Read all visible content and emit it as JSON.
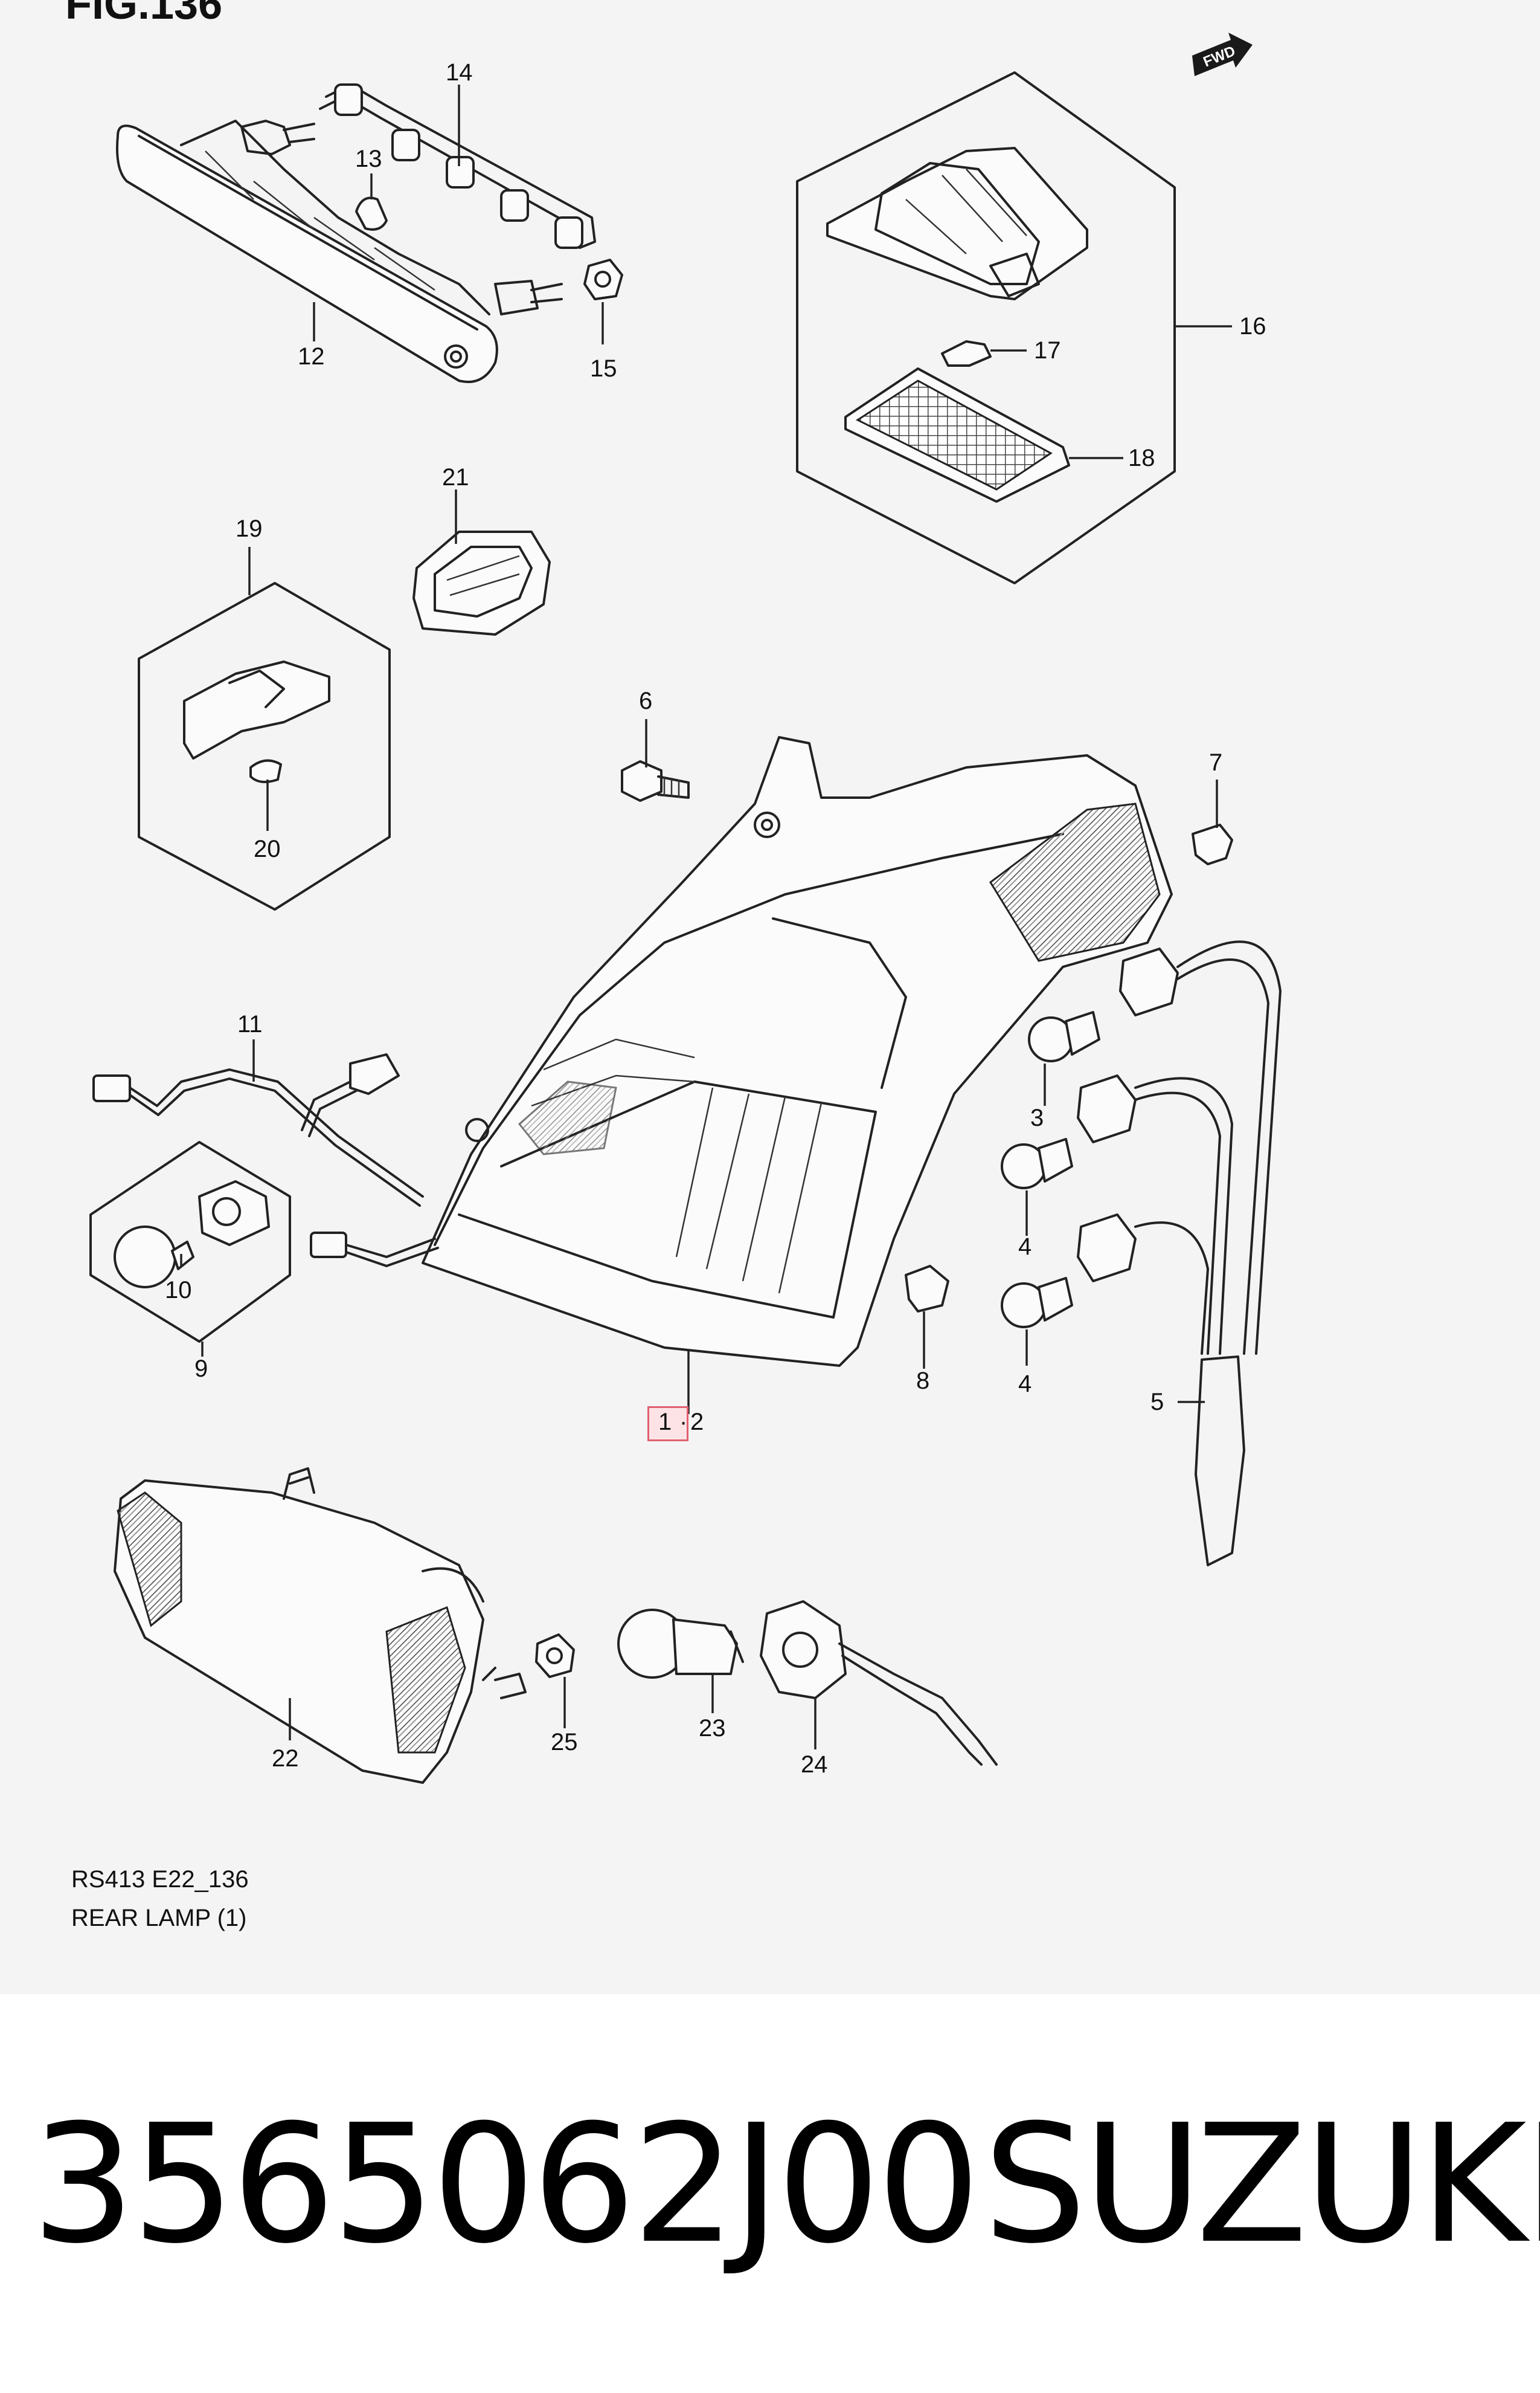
{
  "figure": {
    "title": "FIG.136"
  },
  "fwd": {
    "label": "FWD"
  },
  "callouts": {
    "c1": "1",
    "c2": "2",
    "c3": "3",
    "c4a": "4",
    "c4b": "4",
    "c5": "5",
    "c6": "6",
    "c7": "7",
    "c8": "8",
    "c9": "9",
    "c10": "10",
    "c11": "11",
    "c12": "12",
    "c13": "13",
    "c14": "14",
    "c15": "15",
    "c16": "16",
    "c17": "17",
    "c18": "18",
    "c19": "19",
    "c20": "20",
    "c21": "21",
    "c22": "22",
    "c23": "23",
    "c24": "24",
    "c25": "25"
  },
  "callout_separator": "·",
  "caption": {
    "code": "RS413 E22_136",
    "name": "REAR LAMP (1)"
  },
  "footer": {
    "part_number": "3565062J00",
    "brand": "SUZUKI"
  },
  "colors": {
    "highlight_border": "#e06070",
    "highlight_fill": "#fde3e6",
    "diagram_bg": "#f4f4f4"
  }
}
